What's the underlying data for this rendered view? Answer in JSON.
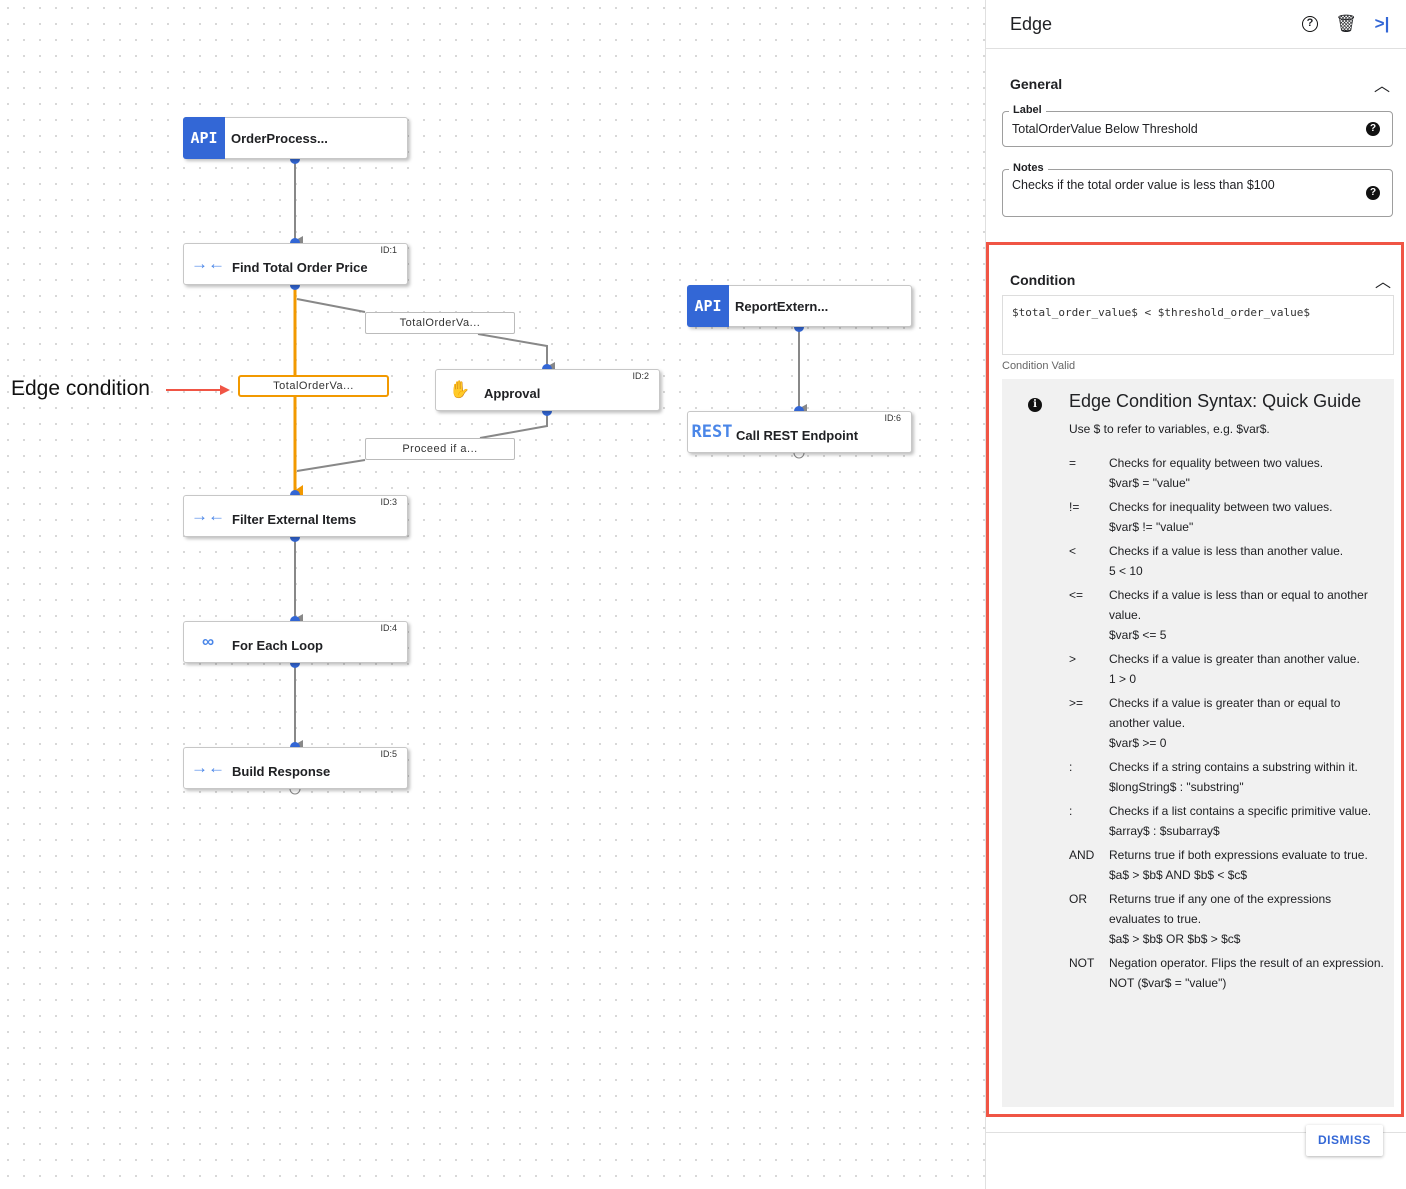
{
  "canvas": {
    "annotation": "Edge condition",
    "nodes": [
      {
        "title": "OrderProcess...",
        "icon": "API",
        "id": ""
      },
      {
        "title": "Find Total Order Price",
        "icon": "merge-arrows",
        "id": "ID:1"
      },
      {
        "title": "Approval",
        "icon": "hand",
        "id": "ID:2"
      },
      {
        "title": "Filter External Items",
        "icon": "merge-arrows",
        "id": "ID:3"
      },
      {
        "title": "For Each Loop",
        "icon": "infinity",
        "id": "ID:4"
      },
      {
        "title": "Build Response",
        "icon": "merge-arrows",
        "id": "ID:5"
      },
      {
        "title": "ReportExtern...",
        "icon": "API",
        "id": ""
      },
      {
        "title": "Call REST Endpoint",
        "icon": "REST",
        "id": "ID:6"
      }
    ],
    "edge_labels": [
      "TotalOrderVa...",
      "TotalOrderVa...",
      "Proceed if a..."
    ],
    "colors": {
      "accent": "#3367d6",
      "selected_edge": "#f29900",
      "annotation_arrow": "#f05545"
    }
  },
  "panel": {
    "title": "Edge",
    "general": {
      "title": "General",
      "label_label": "Label",
      "label_value": "TotalOrderValue Below Threshold",
      "notes_label": "Notes",
      "notes_value": "Checks if the total order value is less than $100"
    },
    "condition": {
      "title": "Condition",
      "expression": "$total_order_value$ < $threshold_order_value$",
      "status": "Condition Valid"
    },
    "guide": {
      "title": "Edge Condition Syntax: Quick Guide",
      "intro": "Use $ to refer to variables, e.g. $var$.",
      "rows": [
        {
          "op": "=",
          "desc": "Checks for equality between two values.",
          "example": "$var$ = \"value\""
        },
        {
          "op": "!=",
          "desc": "Checks for inequality between two values.",
          "example": "$var$ != \"value\""
        },
        {
          "op": "<",
          "desc": "Checks if a value is less than another value.",
          "example": "5 < 10"
        },
        {
          "op": "<=",
          "desc": "Checks if a value is less than or equal to another value.",
          "example": "$var$ <= 5"
        },
        {
          "op": ">",
          "desc": "Checks if a value is greater than another value.",
          "example": "1 > 0"
        },
        {
          "op": ">=",
          "desc": "Checks if a value is greater than or equal to another value.",
          "example": "$var$ >= 0"
        },
        {
          "op": ":",
          "desc": "Checks if a string contains a substring within it.",
          "example": "$longString$ : \"substring\""
        },
        {
          "op": ":",
          "desc": "Checks if a list contains a specific primitive value.",
          "example": "$array$ : $subarray$"
        },
        {
          "op": "AND",
          "desc": "Returns true if both expressions evaluate to true.",
          "example": "$a$ > $b$ AND $b$ < $c$"
        },
        {
          "op": "OR",
          "desc": "Returns true if any one of the expressions evaluates to true.",
          "example": "$a$ > $b$ OR $b$ > $c$"
        },
        {
          "op": "NOT",
          "desc": "Negation operator. Flips the result of an expression.",
          "example": "NOT ($var$ = \"value\")"
        }
      ]
    },
    "dismiss": "DISMISS"
  }
}
